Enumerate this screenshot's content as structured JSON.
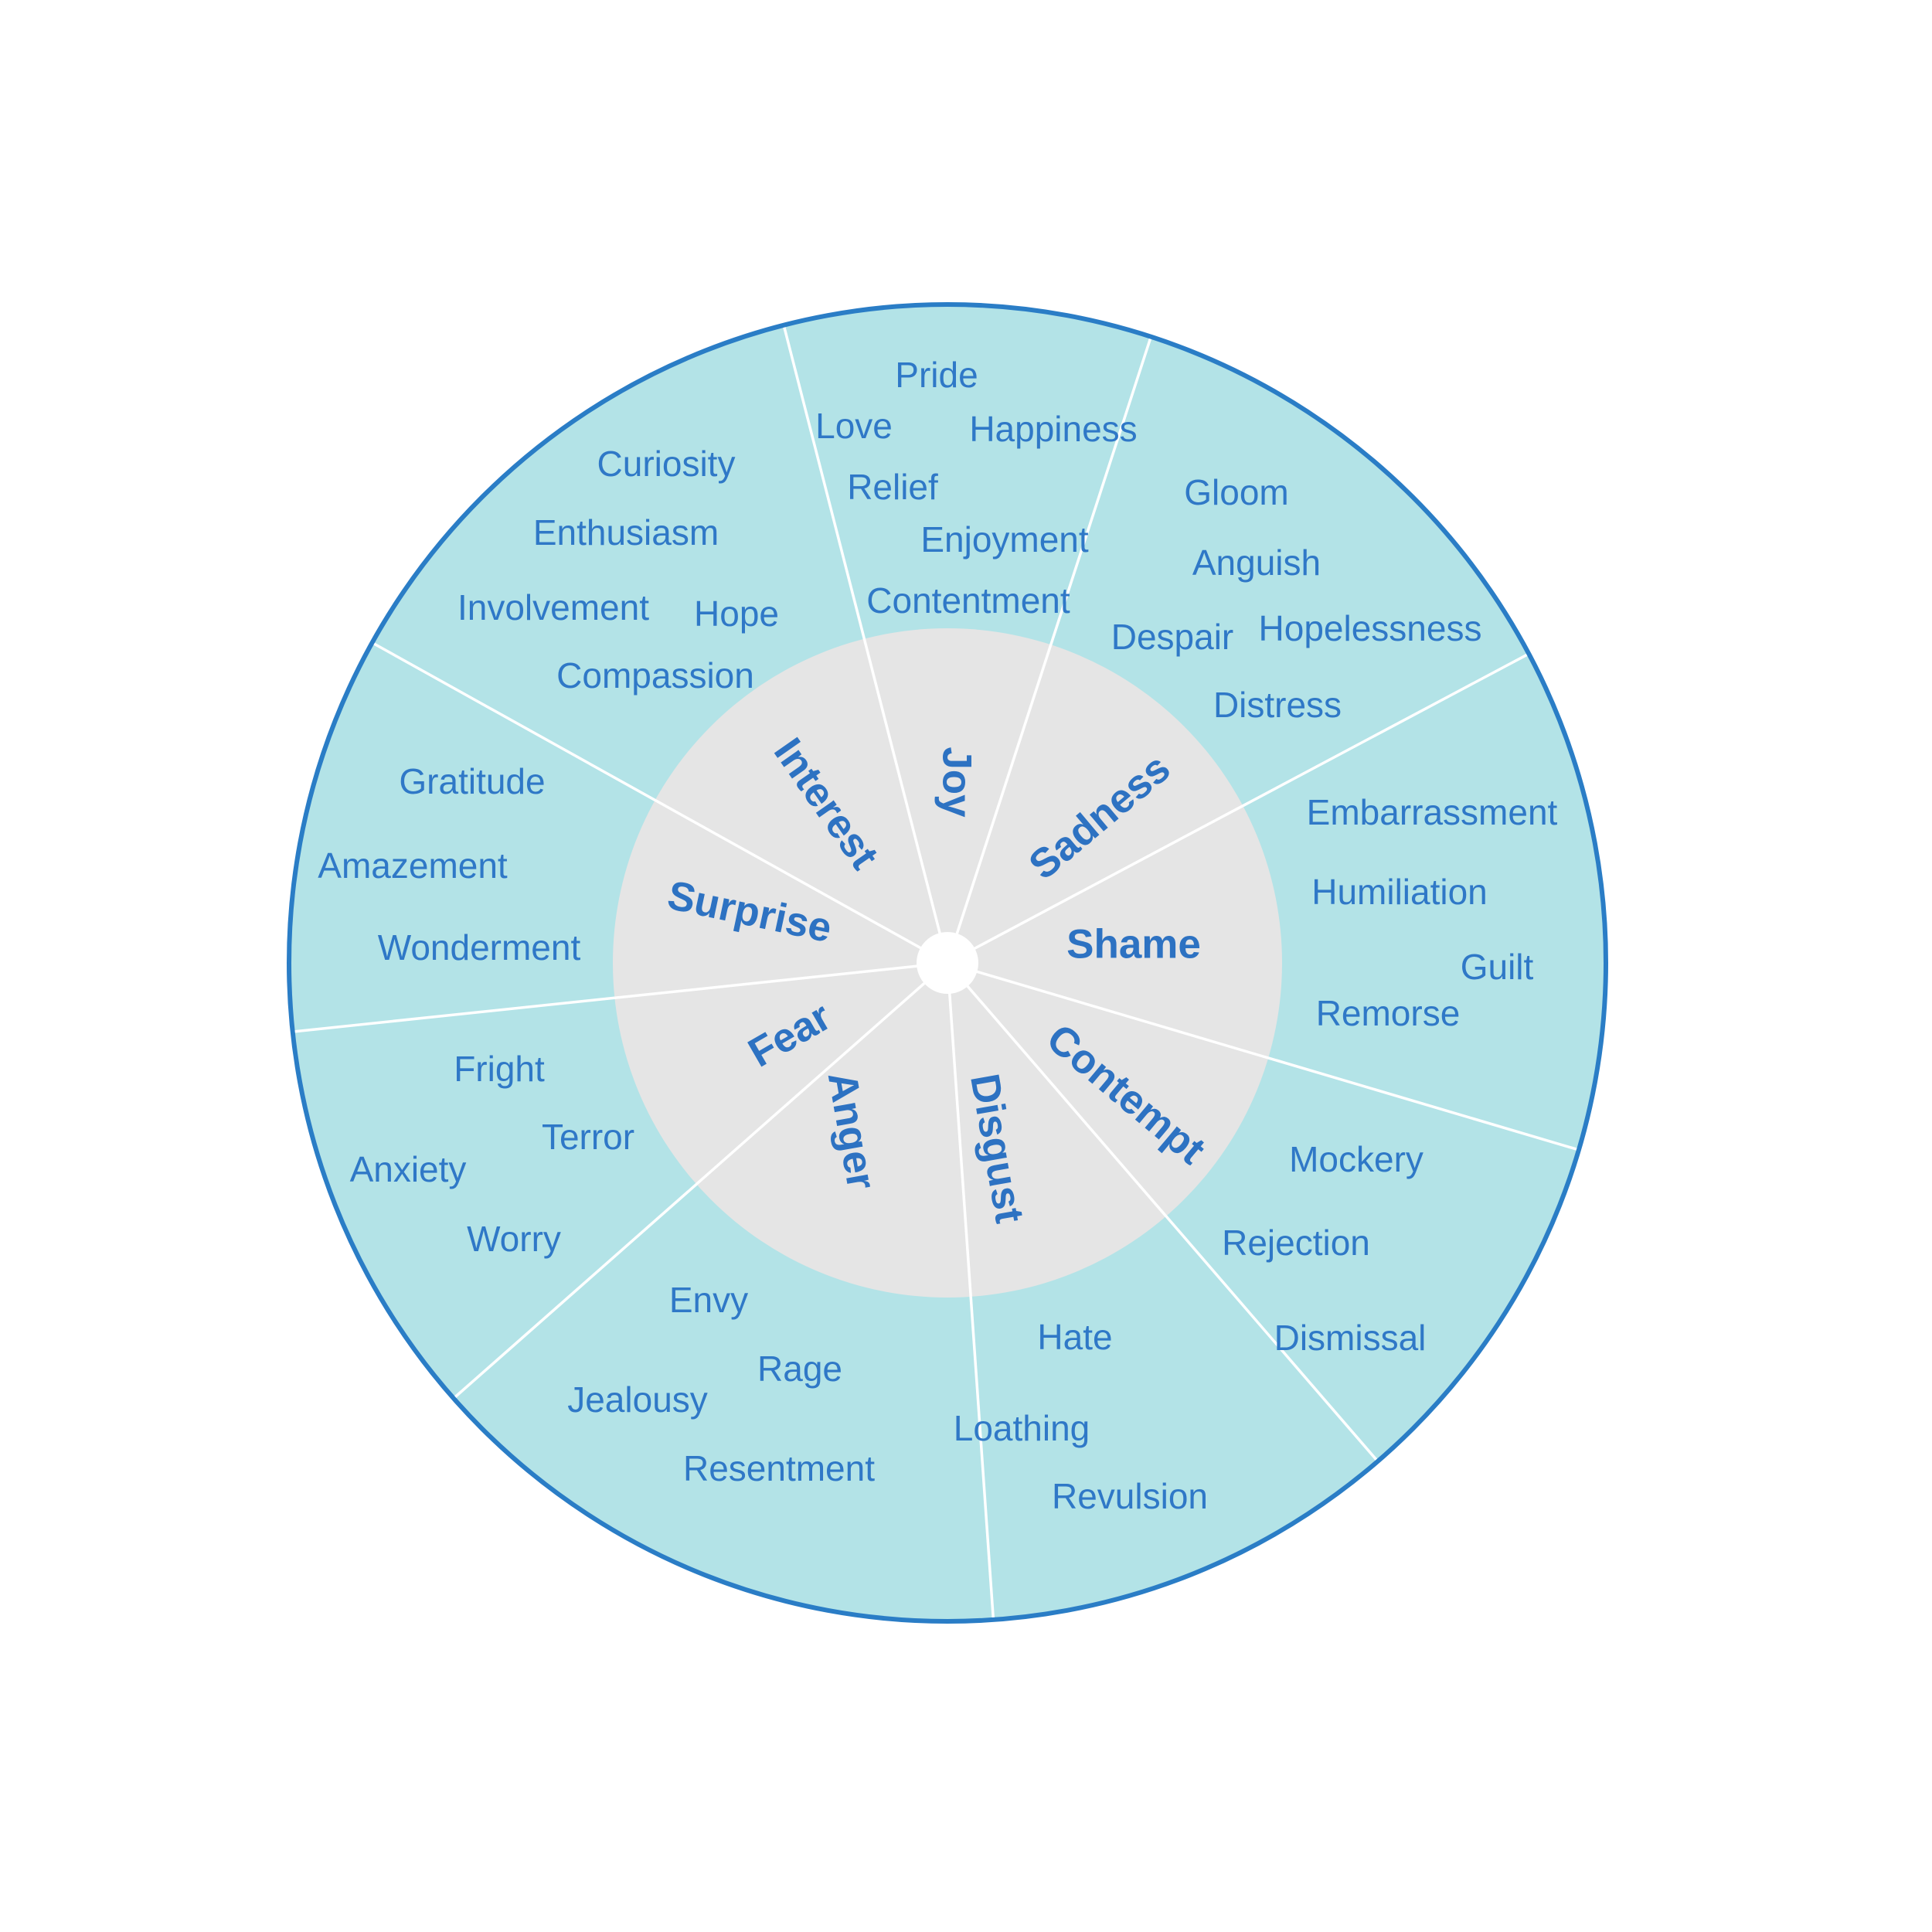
{
  "colors": {
    "outer_ring": "#b3e3e7",
    "inner_ring": "#e5e5e5",
    "rim": "#2a7dc6",
    "text": "#2d72c2"
  },
  "emotions": [
    {
      "core": "Joy",
      "related": [
        "Pride",
        "Love",
        "Happiness",
        "Relief",
        "Enjoyment",
        "Contentment"
      ]
    },
    {
      "core": "Sadness",
      "related": [
        "Gloom",
        "Anguish",
        "Despair",
        "Hopelessness",
        "Distress"
      ]
    },
    {
      "core": "Shame",
      "related": [
        "Embarrassment",
        "Humiliation",
        "Guilt",
        "Remorse"
      ]
    },
    {
      "core": "Contempt",
      "related": [
        "Mockery",
        "Rejection",
        "Dismissal"
      ]
    },
    {
      "core": "Disgust",
      "related": [
        "Hate",
        "Loathing",
        "Revulsion"
      ]
    },
    {
      "core": "Anger",
      "related": [
        "Envy",
        "Rage",
        "Jealousy",
        "Resentment"
      ]
    },
    {
      "core": "Fear",
      "related": [
        "Fright",
        "Terror",
        "Anxiety",
        "Worry"
      ]
    },
    {
      "core": "Surprise",
      "related": [
        "Gratitude",
        "Amazement",
        "Wonderment"
      ]
    },
    {
      "core": "Interest",
      "related": [
        "Curiosity",
        "Enthusiasm",
        "Involvement",
        "Hope",
        "Compassion"
      ]
    }
  ]
}
